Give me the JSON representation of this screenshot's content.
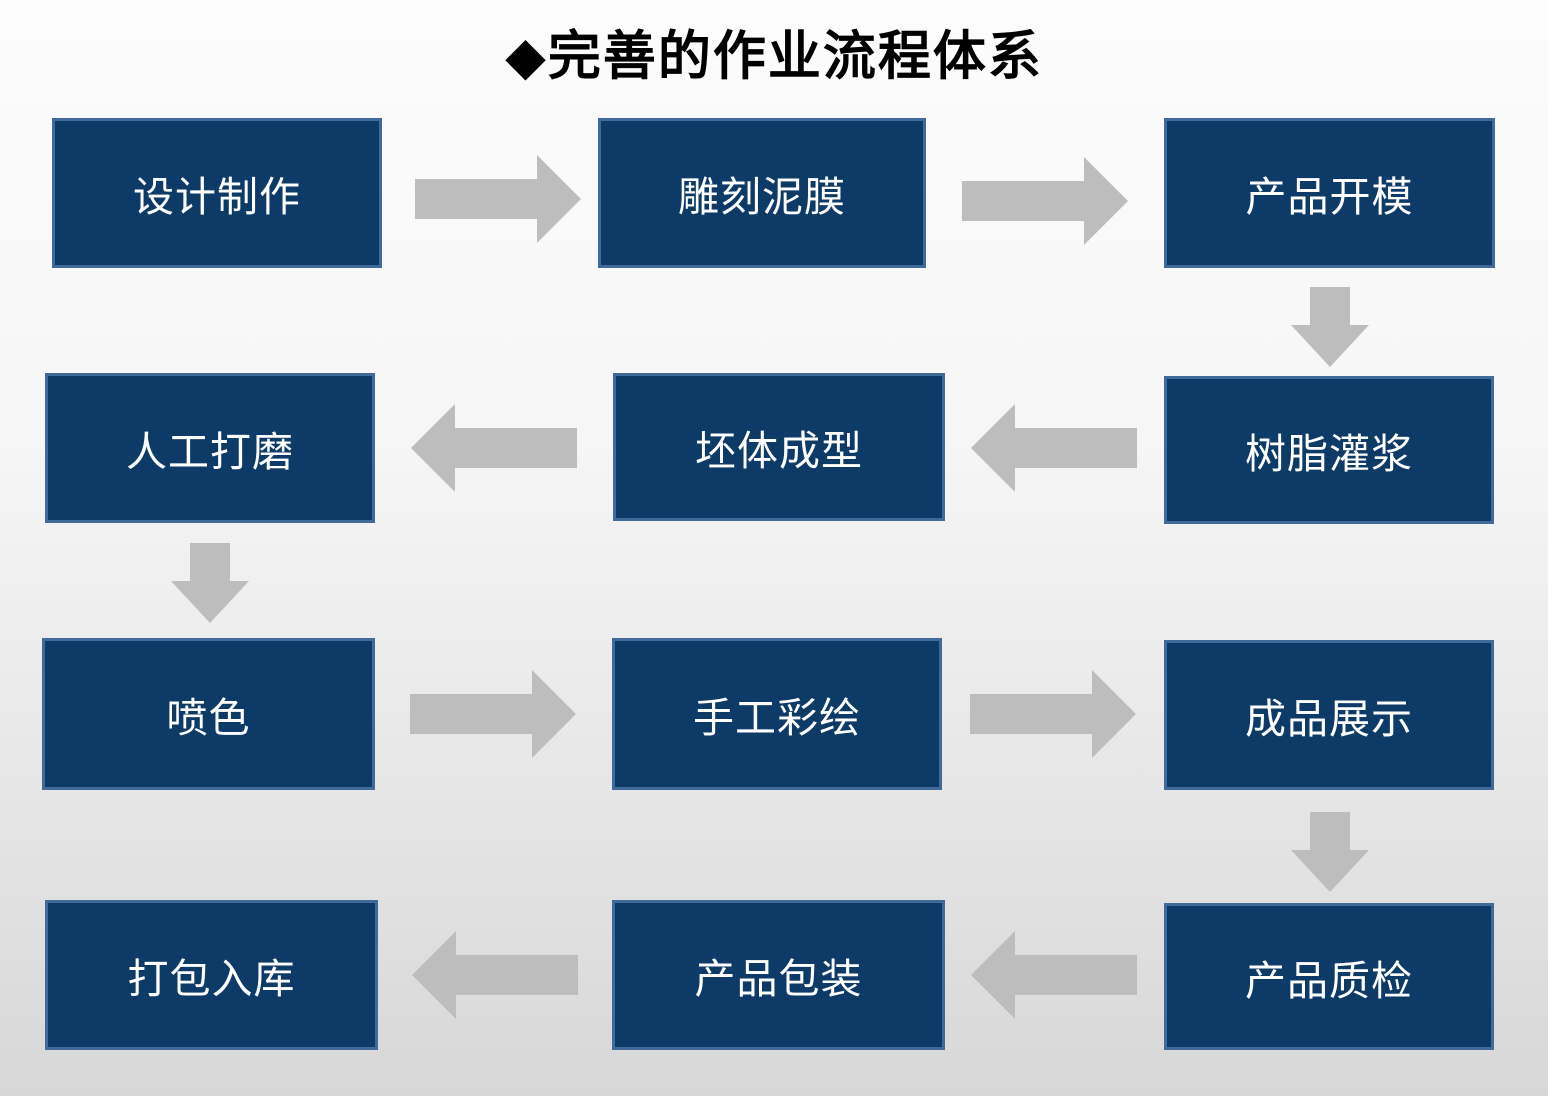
{
  "title": "◆完善的作业流程体系",
  "nodes": [
    {
      "id": "design-production",
      "label": "设计制作"
    },
    {
      "id": "sculpt-clay-mold",
      "label": "雕刻泥膜"
    },
    {
      "id": "product-mold-opening",
      "label": "产品开模"
    },
    {
      "id": "manual-polishing",
      "label": "人工打磨"
    },
    {
      "id": "blank-forming",
      "label": "坯体成型"
    },
    {
      "id": "resin-grouting",
      "label": "树脂灌浆"
    },
    {
      "id": "spray-coloring",
      "label": "喷色"
    },
    {
      "id": "hand-painting",
      "label": "手工彩绘"
    },
    {
      "id": "finished-display",
      "label": "成品展示"
    },
    {
      "id": "pack-warehouse",
      "label": "打包入库"
    },
    {
      "id": "product-packaging",
      "label": "产品包装"
    },
    {
      "id": "quality-inspection",
      "label": "产品质检"
    }
  ],
  "flow_sequence": [
    "设计制作",
    "雕刻泥膜",
    "产品开模",
    "树脂灌浆",
    "坯体成型",
    "人工打磨",
    "喷色",
    "手工彩绘",
    "成品展示",
    "产品质检",
    "产品包装",
    "打包入库"
  ],
  "colors": {
    "box_fill": "#0d3a66",
    "box_border": "#41699a",
    "box_text": "#ffffff",
    "arrow": "#bdbdbd",
    "title_text": "#000000",
    "background_top": "#fcfcfc",
    "background_bottom": "#d7d7d7"
  }
}
